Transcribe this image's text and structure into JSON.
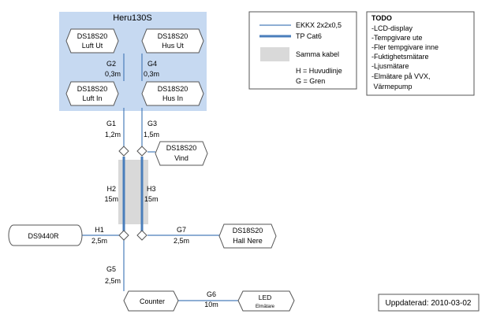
{
  "unit": {
    "title": "Heru130S",
    "sensors": [
      {
        "type": "DS18S20",
        "name": "Luft Ut"
      },
      {
        "type": "DS18S20",
        "name": "Hus Ut"
      },
      {
        "type": "DS18S20",
        "name": "Luft In"
      },
      {
        "type": "DS18S20",
        "name": "Hus In"
      }
    ],
    "branches": [
      {
        "id": "G2",
        "len": "0,3m"
      },
      {
        "id": "G4",
        "len": "0,3m"
      }
    ]
  },
  "legend": {
    "items": [
      {
        "label": "EKKX 2x2x0,5",
        "style": "thin-line",
        "color": "#4a7ebb"
      },
      {
        "label": "TP Cat6",
        "style": "thick-line",
        "color": "#4a7ebb"
      },
      {
        "label": "Samma kabel",
        "style": "box",
        "color": "#d9d9d9"
      }
    ],
    "abbrev": [
      "H = Huvudlinje",
      "G = Gren"
    ]
  },
  "todo": {
    "title": "TODO",
    "items": [
      "-LCD-display",
      "-Tempgivare ute",
      "-Fler tempgivare inne",
      "-Fuktighetsmätare",
      "-Ljusmätare",
      "-Elmätare på VVX,",
      " Värmepump"
    ]
  },
  "segments": [
    {
      "id": "G1",
      "len": "1,2m"
    },
    {
      "id": "G3",
      "len": "1,5m"
    },
    {
      "id": "H2",
      "len": "15m"
    },
    {
      "id": "H3",
      "len": "15m"
    },
    {
      "id": "H1",
      "len": "2,5m"
    },
    {
      "id": "G7",
      "len": "2,5m"
    },
    {
      "id": "G5",
      "len": "2,5m"
    },
    {
      "id": "G6",
      "len": "10m"
    }
  ],
  "devices": {
    "vind": {
      "type": "DS18S20",
      "name": "Vind"
    },
    "master": {
      "name": "DS9440R"
    },
    "hall": {
      "type": "DS18S20",
      "name": "Hall Nere"
    },
    "counter": {
      "name": "Counter"
    },
    "led": {
      "name": "LED",
      "sub": "Elmätare"
    }
  },
  "updated": "Uppdaterad: 2010-03-02",
  "colors": {
    "line": "#4a7ebb",
    "unit_bg": "#c6d9f1",
    "shared": "#d9d9d9"
  }
}
